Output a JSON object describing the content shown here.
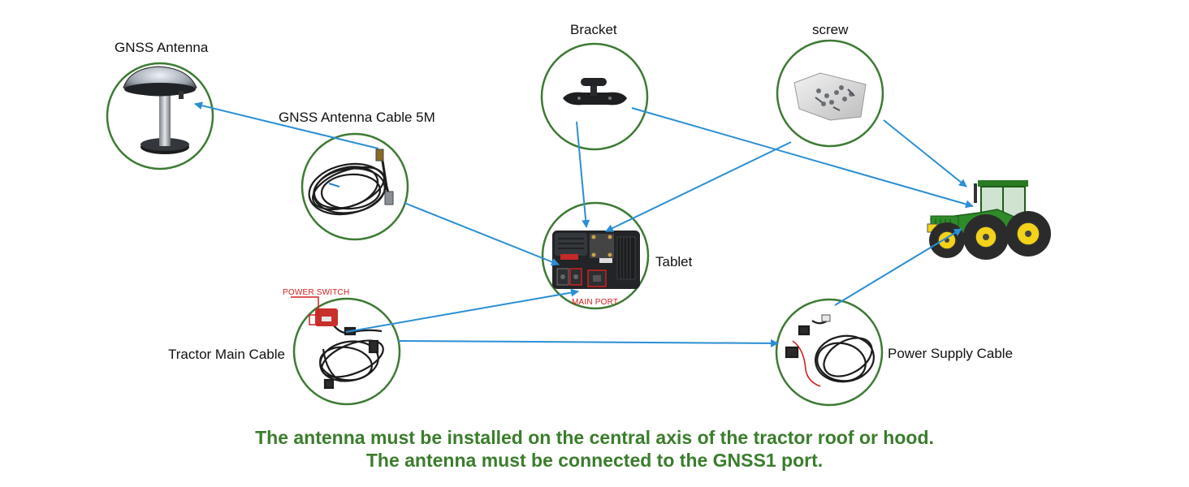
{
  "labels": {
    "gnss_antenna": "GNSS Antenna",
    "gnss_cable": "GNSS Antenna Cable 5M",
    "bracket": "Bracket",
    "screw": "screw",
    "tablet": "Tablet",
    "power_switch": "POWER SWITCH",
    "main_port": "MAIN PORT",
    "tractor_main_cable": "Tractor Main Cable",
    "power_supply_cable": "Power Supply Cable"
  },
  "notes": {
    "line1": "The antenna must be installed on the central axis of the tractor roof or hood.",
    "line2": "The antenna must be connected to the GNSS1 port."
  },
  "colors": {
    "circle_stroke": "#3d7a34",
    "arrow": "#2a8fd4",
    "note_text": "#3a7d2c",
    "callout_red": "#d0201e",
    "tractor_green": "#2f8a2a",
    "tractor_yellow": "#f2d21a"
  }
}
